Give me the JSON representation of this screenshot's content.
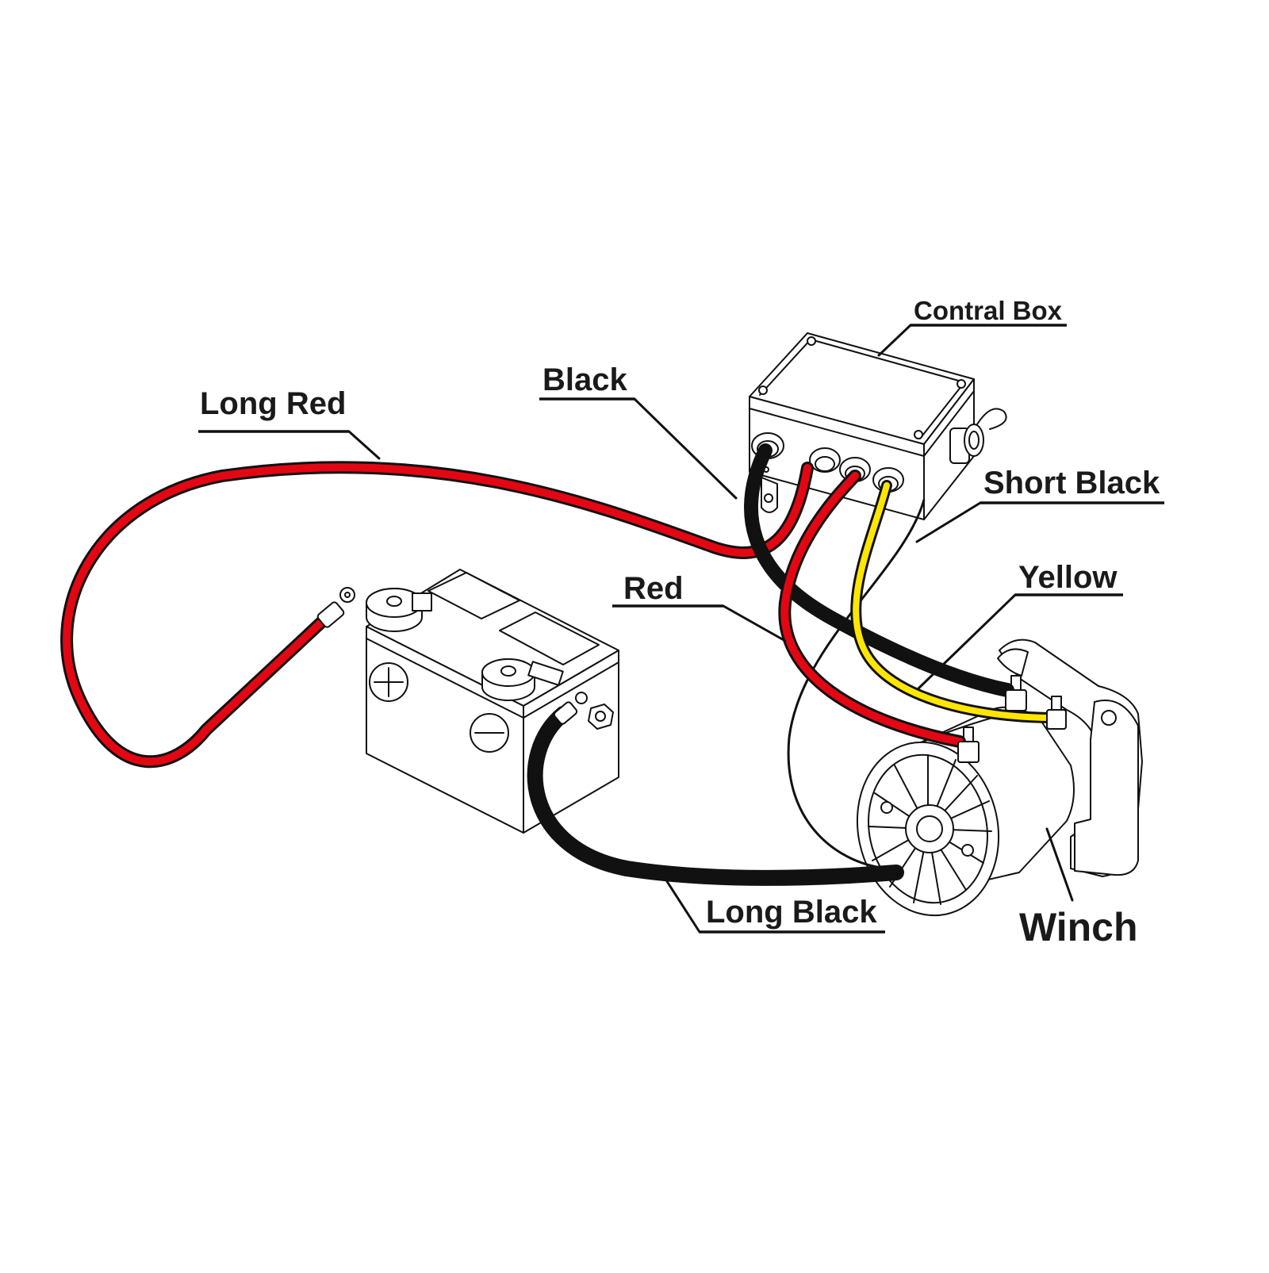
{
  "labels": {
    "control_box": "Contral Box",
    "black": "Black",
    "long_red": "Long Red",
    "short_black": "Short Black",
    "yellow": "Yellow",
    "red": "Red",
    "long_black": "Long Black",
    "winch": "Winch"
  },
  "colors": {
    "red_wire": "#e30613",
    "black_wire": "#111111",
    "yellow_wire": "#ffe600",
    "outline": "#111111"
  }
}
